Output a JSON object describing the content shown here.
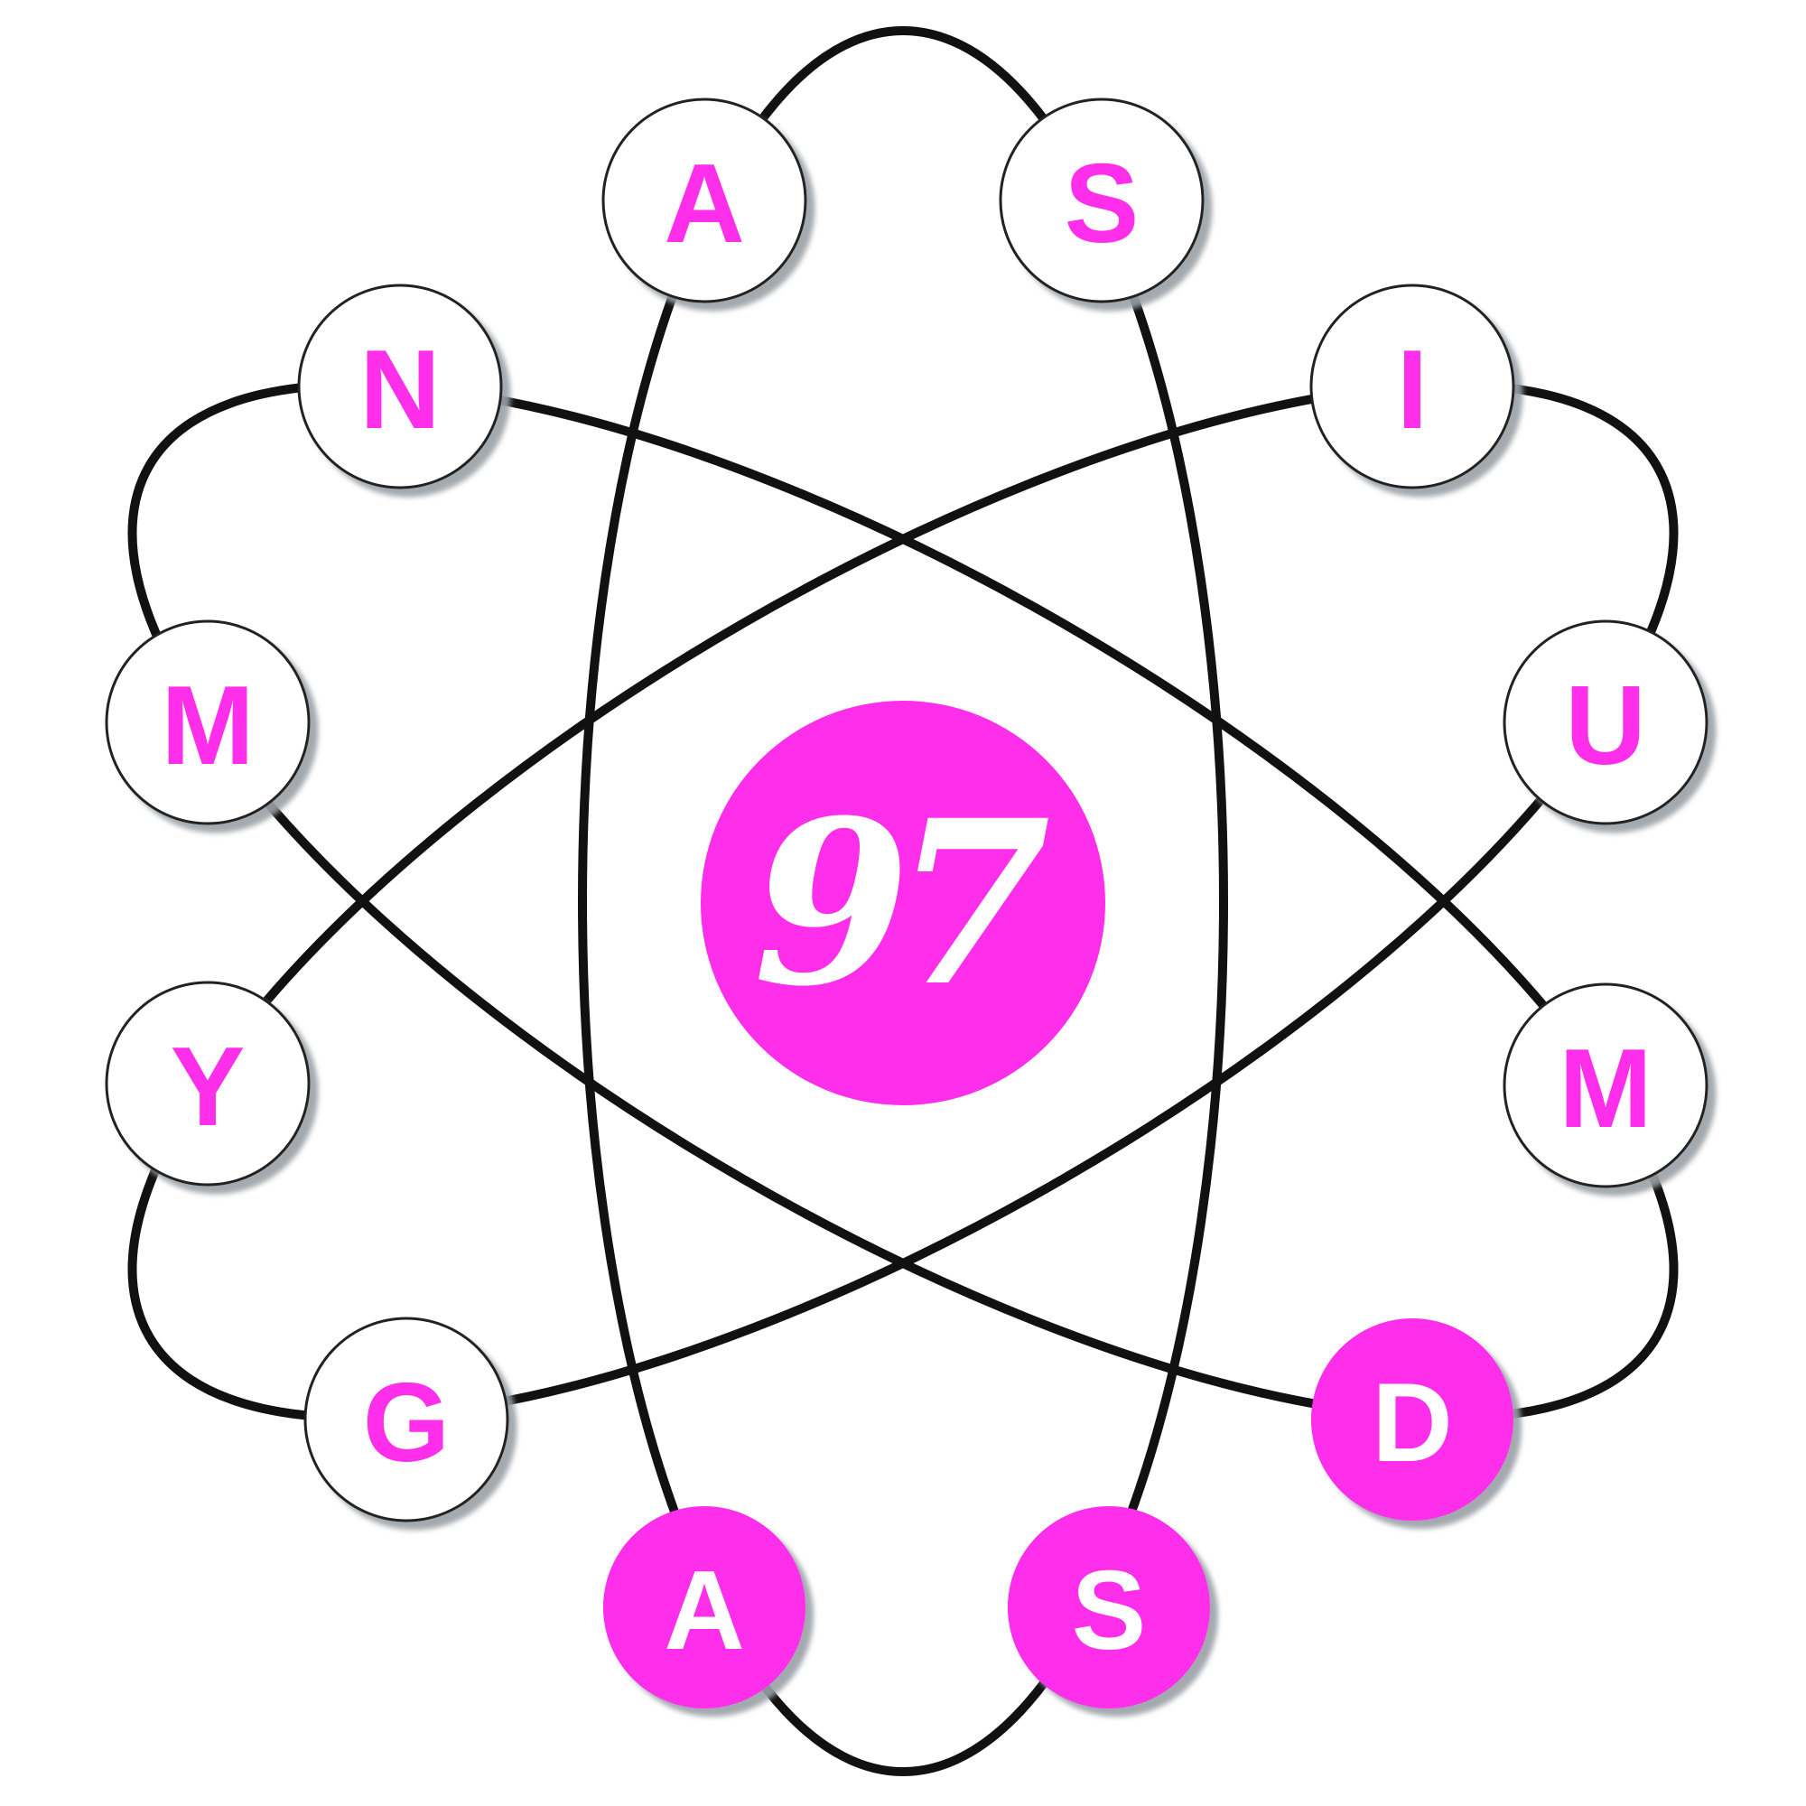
{
  "logo": {
    "number": "97",
    "colors": {
      "accent": "#ff2eea",
      "orbit": "#111111",
      "circle_fill": "#ffffff",
      "circle_stroke": "#222222",
      "shadow": "#9aa0a6",
      "inverted_text": "#ffffff"
    },
    "letters": [
      {
        "char": "A",
        "highlighted": false
      },
      {
        "char": "S",
        "highlighted": false
      },
      {
        "char": "I",
        "highlighted": false
      },
      {
        "char": "U",
        "highlighted": false
      },
      {
        "char": "M",
        "highlighted": false
      },
      {
        "char": "D",
        "highlighted": true
      },
      {
        "char": "S",
        "highlighted": true
      },
      {
        "char": "A",
        "highlighted": true
      },
      {
        "char": "G",
        "highlighted": false
      },
      {
        "char": "Y",
        "highlighted": false
      },
      {
        "char": "M",
        "highlighted": false
      },
      {
        "char": "N",
        "highlighted": false
      }
    ]
  }
}
